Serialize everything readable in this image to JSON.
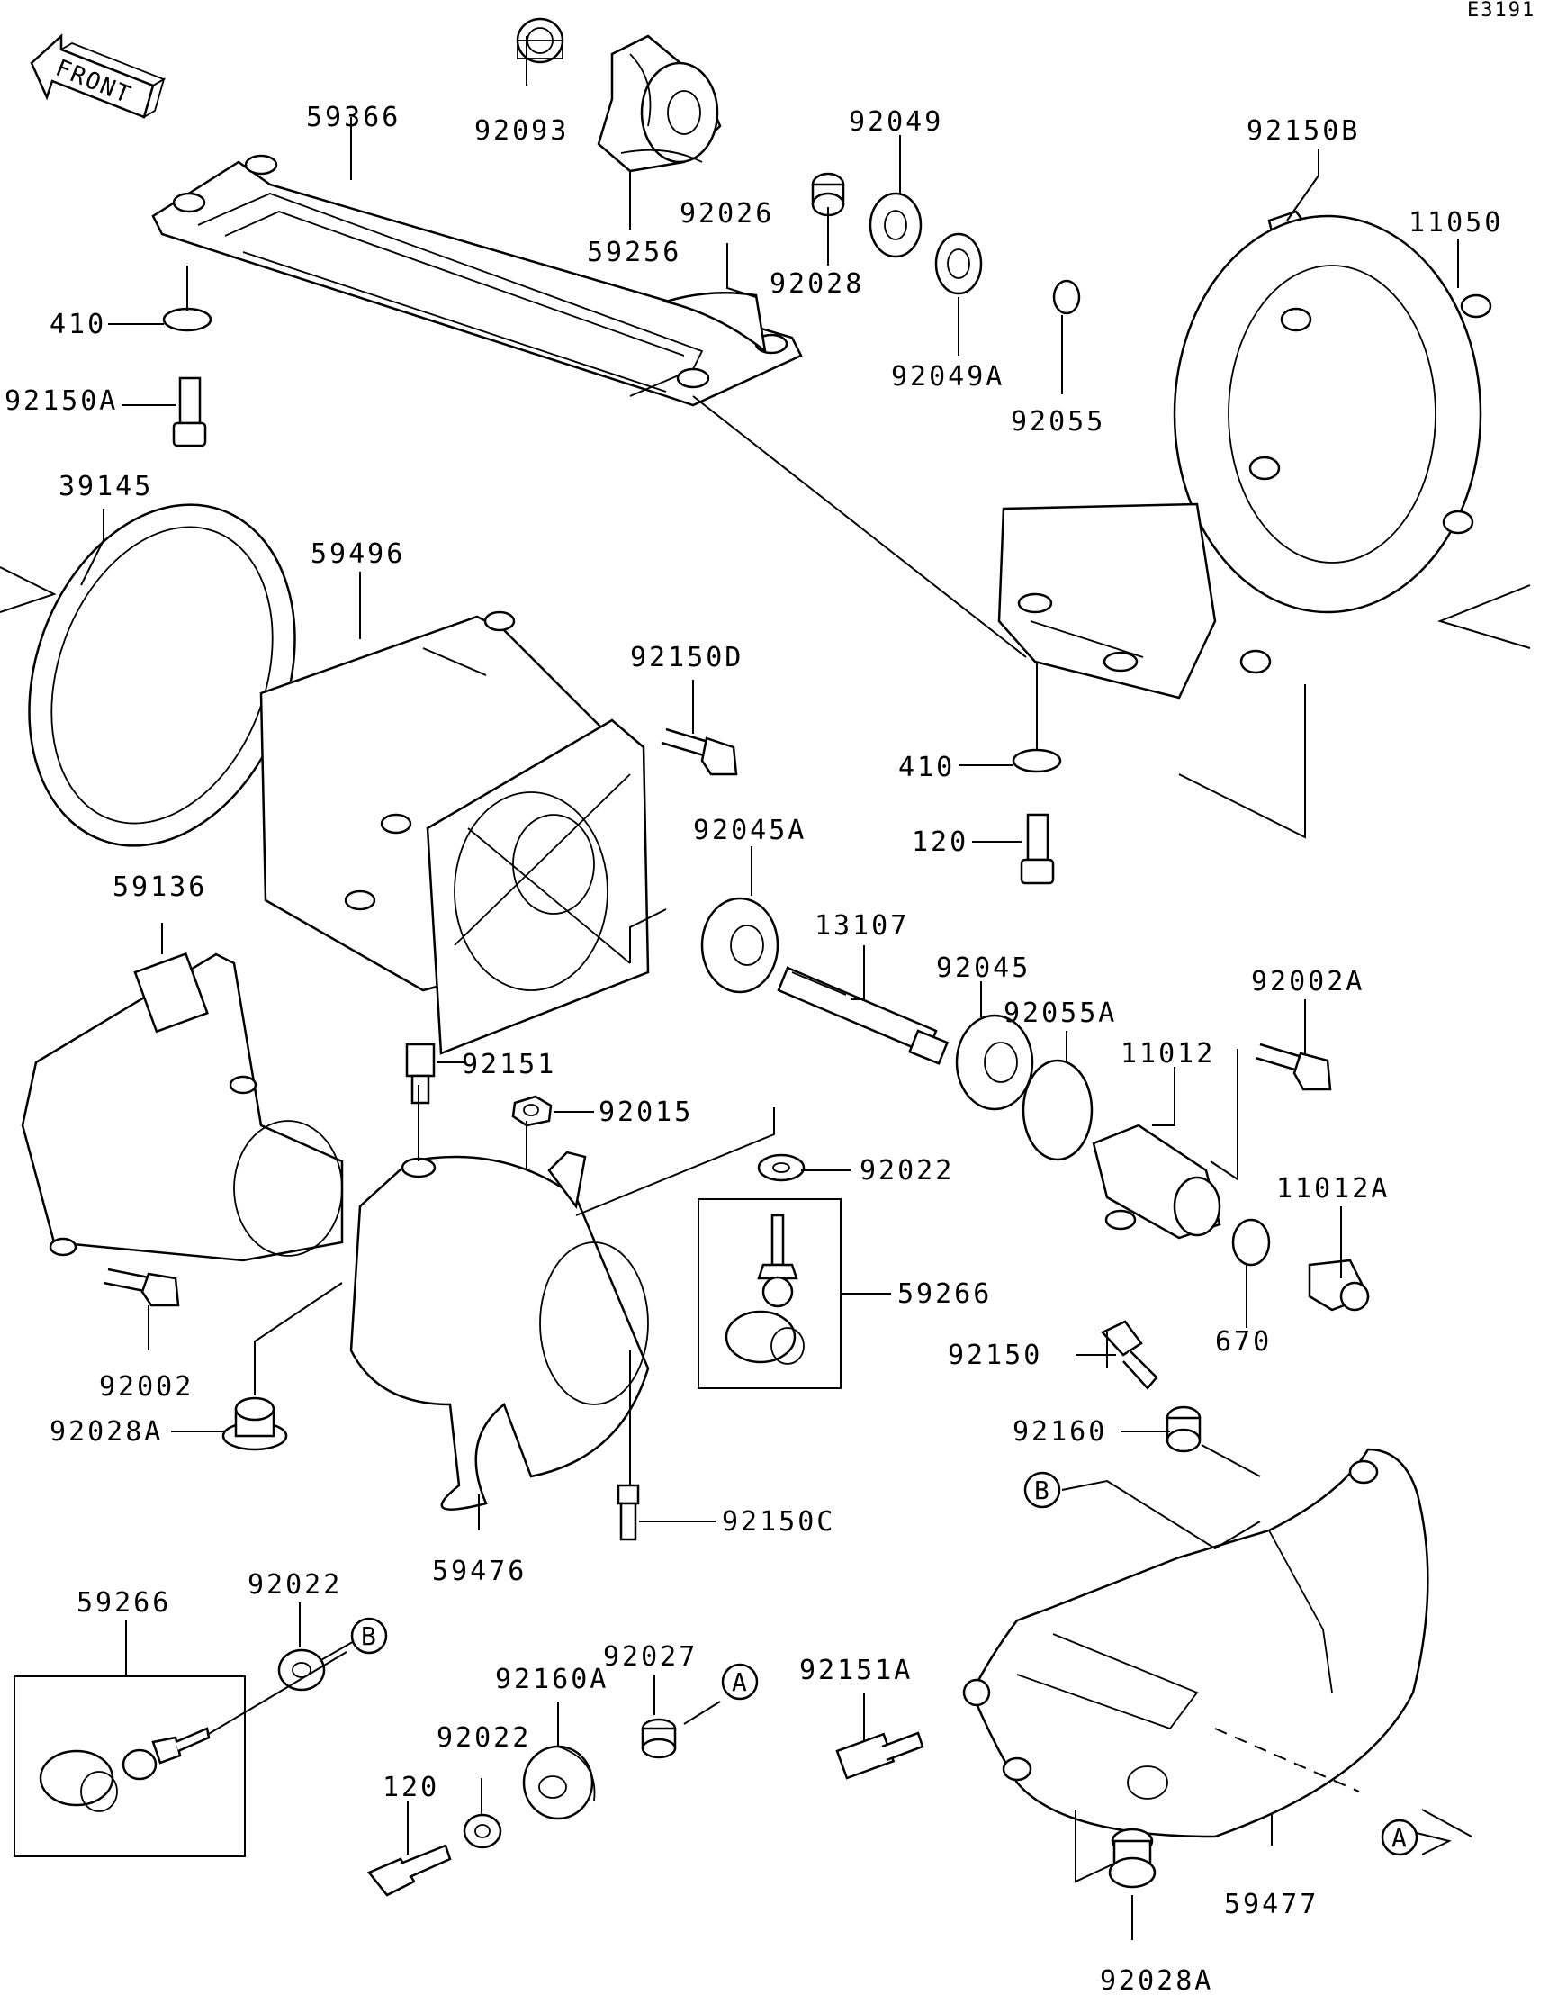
{
  "diagram_code": "E3191",
  "front_label": "FRONT",
  "part_labels": {
    "p59366": "59366",
    "p92093": "92093",
    "p59256": "59256",
    "p92049": "92049",
    "p92026": "92026",
    "p92028": "92028",
    "p92049A": "92049A",
    "p92150B": "92150B",
    "p11050": "11050",
    "p410_top": "410",
    "p92150A": "92150A",
    "p92055": "92055",
    "p39145": "39145",
    "p59496": "59496",
    "p92150D": "92150D",
    "p410_mid": "410",
    "p120_mid": "120",
    "p92045A": "92045A",
    "p59136": "59136",
    "p13107": "13107",
    "p92045": "92045",
    "p92002A": "92002A",
    "p92055A": "92055A",
    "p11012": "11012",
    "p92151": "92151",
    "p92015": "92015",
    "p92022_mid": "92022",
    "p11012A": "11012A",
    "p59266_mid": "59266",
    "p670": "670",
    "p92002": "92002",
    "p92150": "92150",
    "p92028A_left": "92028A",
    "p92160": "92160",
    "p92150C": "92150C",
    "p59476": "59476",
    "p59266_bot": "59266",
    "p92022_bot": "92022",
    "p92027": "92027",
    "p92160A": "92160A",
    "p92151A": "92151A",
    "p92022_bot2": "92022",
    "p120_bot": "120",
    "p59477": "59477",
    "p92028A_bot": "92028A"
  },
  "callouts": {
    "a1": "A",
    "a2": "A",
    "b1": "B",
    "b2": "B"
  }
}
